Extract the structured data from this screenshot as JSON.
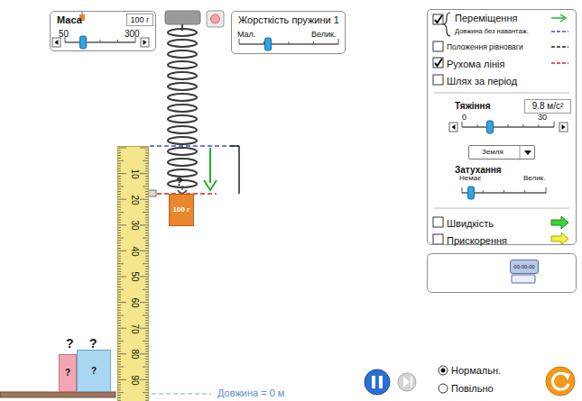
{
  "diagram": {
    "nodes": [
      {
        "text": [
          "Маса",
          "50",
          "300"
        ]
      },
      {
        "text": [
          "100 г"
        ],
        "in": 0
      },
      {
        "text": [
          "Жорсткість пружини 1",
          "Мал.",
          "Велик."
        ]
      },
      {
        "text": [
          "Переміщення",
          "Довжина без навантаж.",
          "Положення рівноваги",
          "Рухома лінія",
          "Шлях за період",
          "Тяжіння",
          "0",
          "30",
          "Затухання",
          "Немає",
          "Велик.",
          "Швидкість",
          "Прискорення"
        ]
      },
      {
        "text": [
          "9.8 м/с²"
        ],
        "in": 3
      },
      {
        "text": [
          "Земля"
        ],
        "in": 3
      },
      {
        "text": [
          "00:00.00"
        ]
      },
      {
        "text": [
          "100 г"
        ]
      },
      {
        "text": [
          "10",
          "20",
          "30",
          "40",
          "50",
          "60",
          "70",
          "80",
          "90"
        ]
      },
      {
        "text": [
          "?"
        ]
      },
      {
        "text": [
          "?"
        ]
      }
    ],
    "labels": [
      "?",
      "?",
      "?",
      "Довжина = 0 м",
      "Нормальн.",
      "Повільно"
    ]
  }
}
